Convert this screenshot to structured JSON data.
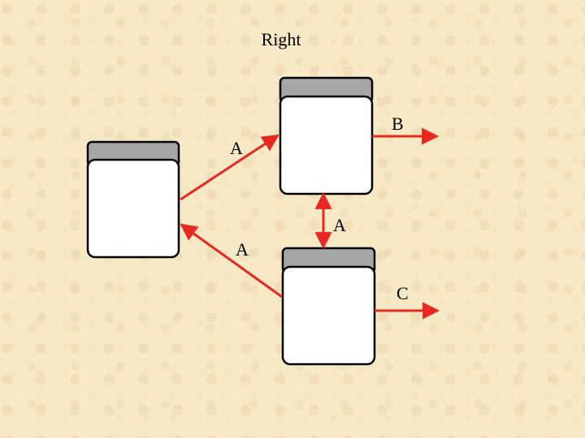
{
  "title": "Right",
  "labels": {
    "edge_left_to_top": "A",
    "edge_top_to_bottom": "A",
    "edge_bottom_to_left": "A",
    "edge_top_out": "B",
    "edge_bottom_out": "C"
  },
  "colors": {
    "background": "#f7e8c6",
    "box_fill": "#ffffff",
    "box_header": "#a6a6a6",
    "outline": "#000000",
    "arrow": "#e8281e"
  }
}
